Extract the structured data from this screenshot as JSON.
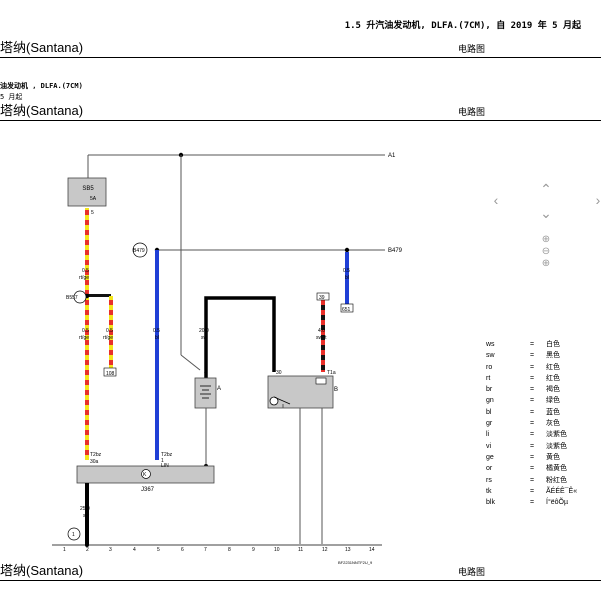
{
  "page": {
    "top_title": "1.5 升汽油发动机, DLFA.(7CM), 自 2019 年 5 月起",
    "header_left": "塔纳(Santana)",
    "header_right": "电路图",
    "sub_line1": "油发动机 , DLFA.(7CM)",
    "sub_line2": "5 月起",
    "footer_code": "BF2231NNTF2U_9"
  },
  "nav": {
    "left": "‹",
    "right": "›",
    "up": "⌃",
    "down": "⌄",
    "zoom_in": "⊕",
    "zoom_out": "⊖",
    "zoom_fit": "⊕"
  },
  "diagram": {
    "lines": {
      "a1": "A1",
      "b479": "B479"
    },
    "fuse": {
      "name": "SB5",
      "rating": "5A",
      "pin": "5"
    },
    "nodes": {
      "b479": "B479",
      "b557": "B557",
      "ground": "1"
    },
    "components": {
      "a": "A",
      "b": "B",
      "j367": "J367",
      "plus": "+",
      "k": "K"
    },
    "connectors": {
      "t2bz_left": "T2bz",
      "pin_30a": "30a",
      "t2bz_right": "T2bz",
      "pin_1": "1",
      "pin_lin": "LIN",
      "pin_30": "30",
      "pin_t1a": "T1a",
      "c39": "39",
      "c108": "108",
      "c651": "651"
    },
    "wires": {
      "w1_size": "0.5",
      "w1_color": "rt/ge",
      "w2_size": "0.5",
      "w2_color": "rt/ge",
      "w3_size": "0.5",
      "w3_color": "rt/ge",
      "w4_size": "0.5",
      "w4_color": "bl",
      "w5_size": "20.0",
      "w5_color": "sw",
      "w6_size": "4.0",
      "w6_color": "sw/rt",
      "w7_size": "0.5",
      "w7_color": "bl",
      "w8_size": "25.0",
      "w8_color": "sw"
    },
    "scale": [
      "1",
      "2",
      "3",
      "4",
      "5",
      "6",
      "7",
      "8",
      "9",
      "10",
      "11",
      "12",
      "13",
      "14"
    ]
  },
  "legend": [
    {
      "code": "ws",
      "eq": "=",
      "name": "白色"
    },
    {
      "code": "sw",
      "eq": "=",
      "name": "黑色"
    },
    {
      "code": "ro",
      "eq": "=",
      "name": "红色"
    },
    {
      "code": "rt",
      "eq": "=",
      "name": "红色"
    },
    {
      "code": "br",
      "eq": "=",
      "name": "褐色"
    },
    {
      "code": "gn",
      "eq": "=",
      "name": "绿色"
    },
    {
      "code": "bl",
      "eq": "=",
      "name": "蓝色"
    },
    {
      "code": "gr",
      "eq": "=",
      "name": "灰色"
    },
    {
      "code": "li",
      "eq": "=",
      "name": "淡紫色"
    },
    {
      "code": "vi",
      "eq": "=",
      "name": "淡紫色"
    },
    {
      "code": "ge",
      "eq": "=",
      "name": "黄色"
    },
    {
      "code": "or",
      "eq": "=",
      "name": "橘黄色"
    },
    {
      "code": "rs",
      "eq": "=",
      "name": "粉红色"
    },
    {
      "code": "tk",
      "eq": "=",
      "name": "ÃÉÉÊ¯Ê«"
    },
    {
      "code": "blk",
      "eq": "=",
      "name": "Í°ëôÕµ"
    }
  ],
  "colors": {
    "red": "#e8302a",
    "yellow": "#f3e51b",
    "blue": "#1f3fd6",
    "black": "#000000",
    "gray": "#c8c8c8"
  }
}
